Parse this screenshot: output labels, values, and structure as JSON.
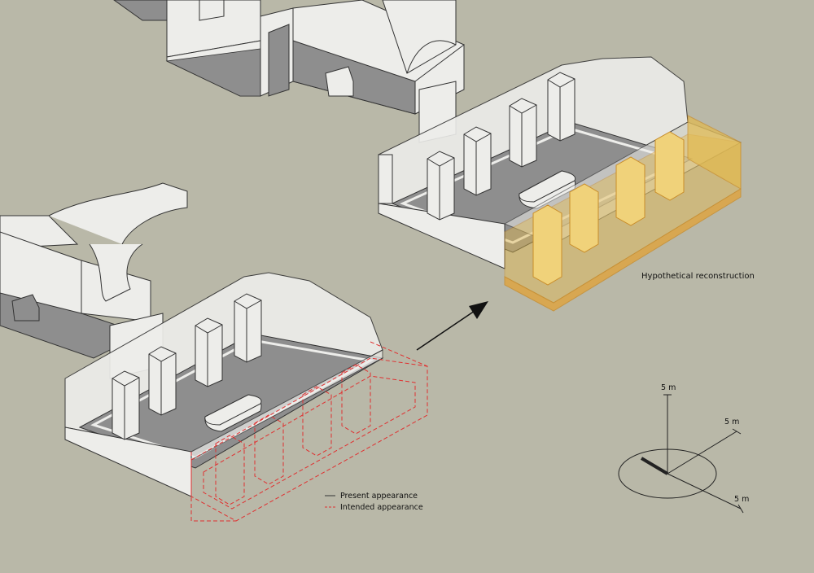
{
  "annotation": {
    "reconstruction": "Hypothetical reconstruction"
  },
  "legend": {
    "present": "Present appearance",
    "intended": "Intended appearance"
  },
  "scale": {
    "vertical": "5 m",
    "right": "5 m",
    "bottom": "5 m"
  },
  "colors": {
    "background": "#b9b8a8",
    "wall": "#ededea",
    "floor": "#8e8e8e",
    "stroke": "#333333",
    "intended": "#e03030",
    "reconstruction": "#e3ba4e"
  }
}
